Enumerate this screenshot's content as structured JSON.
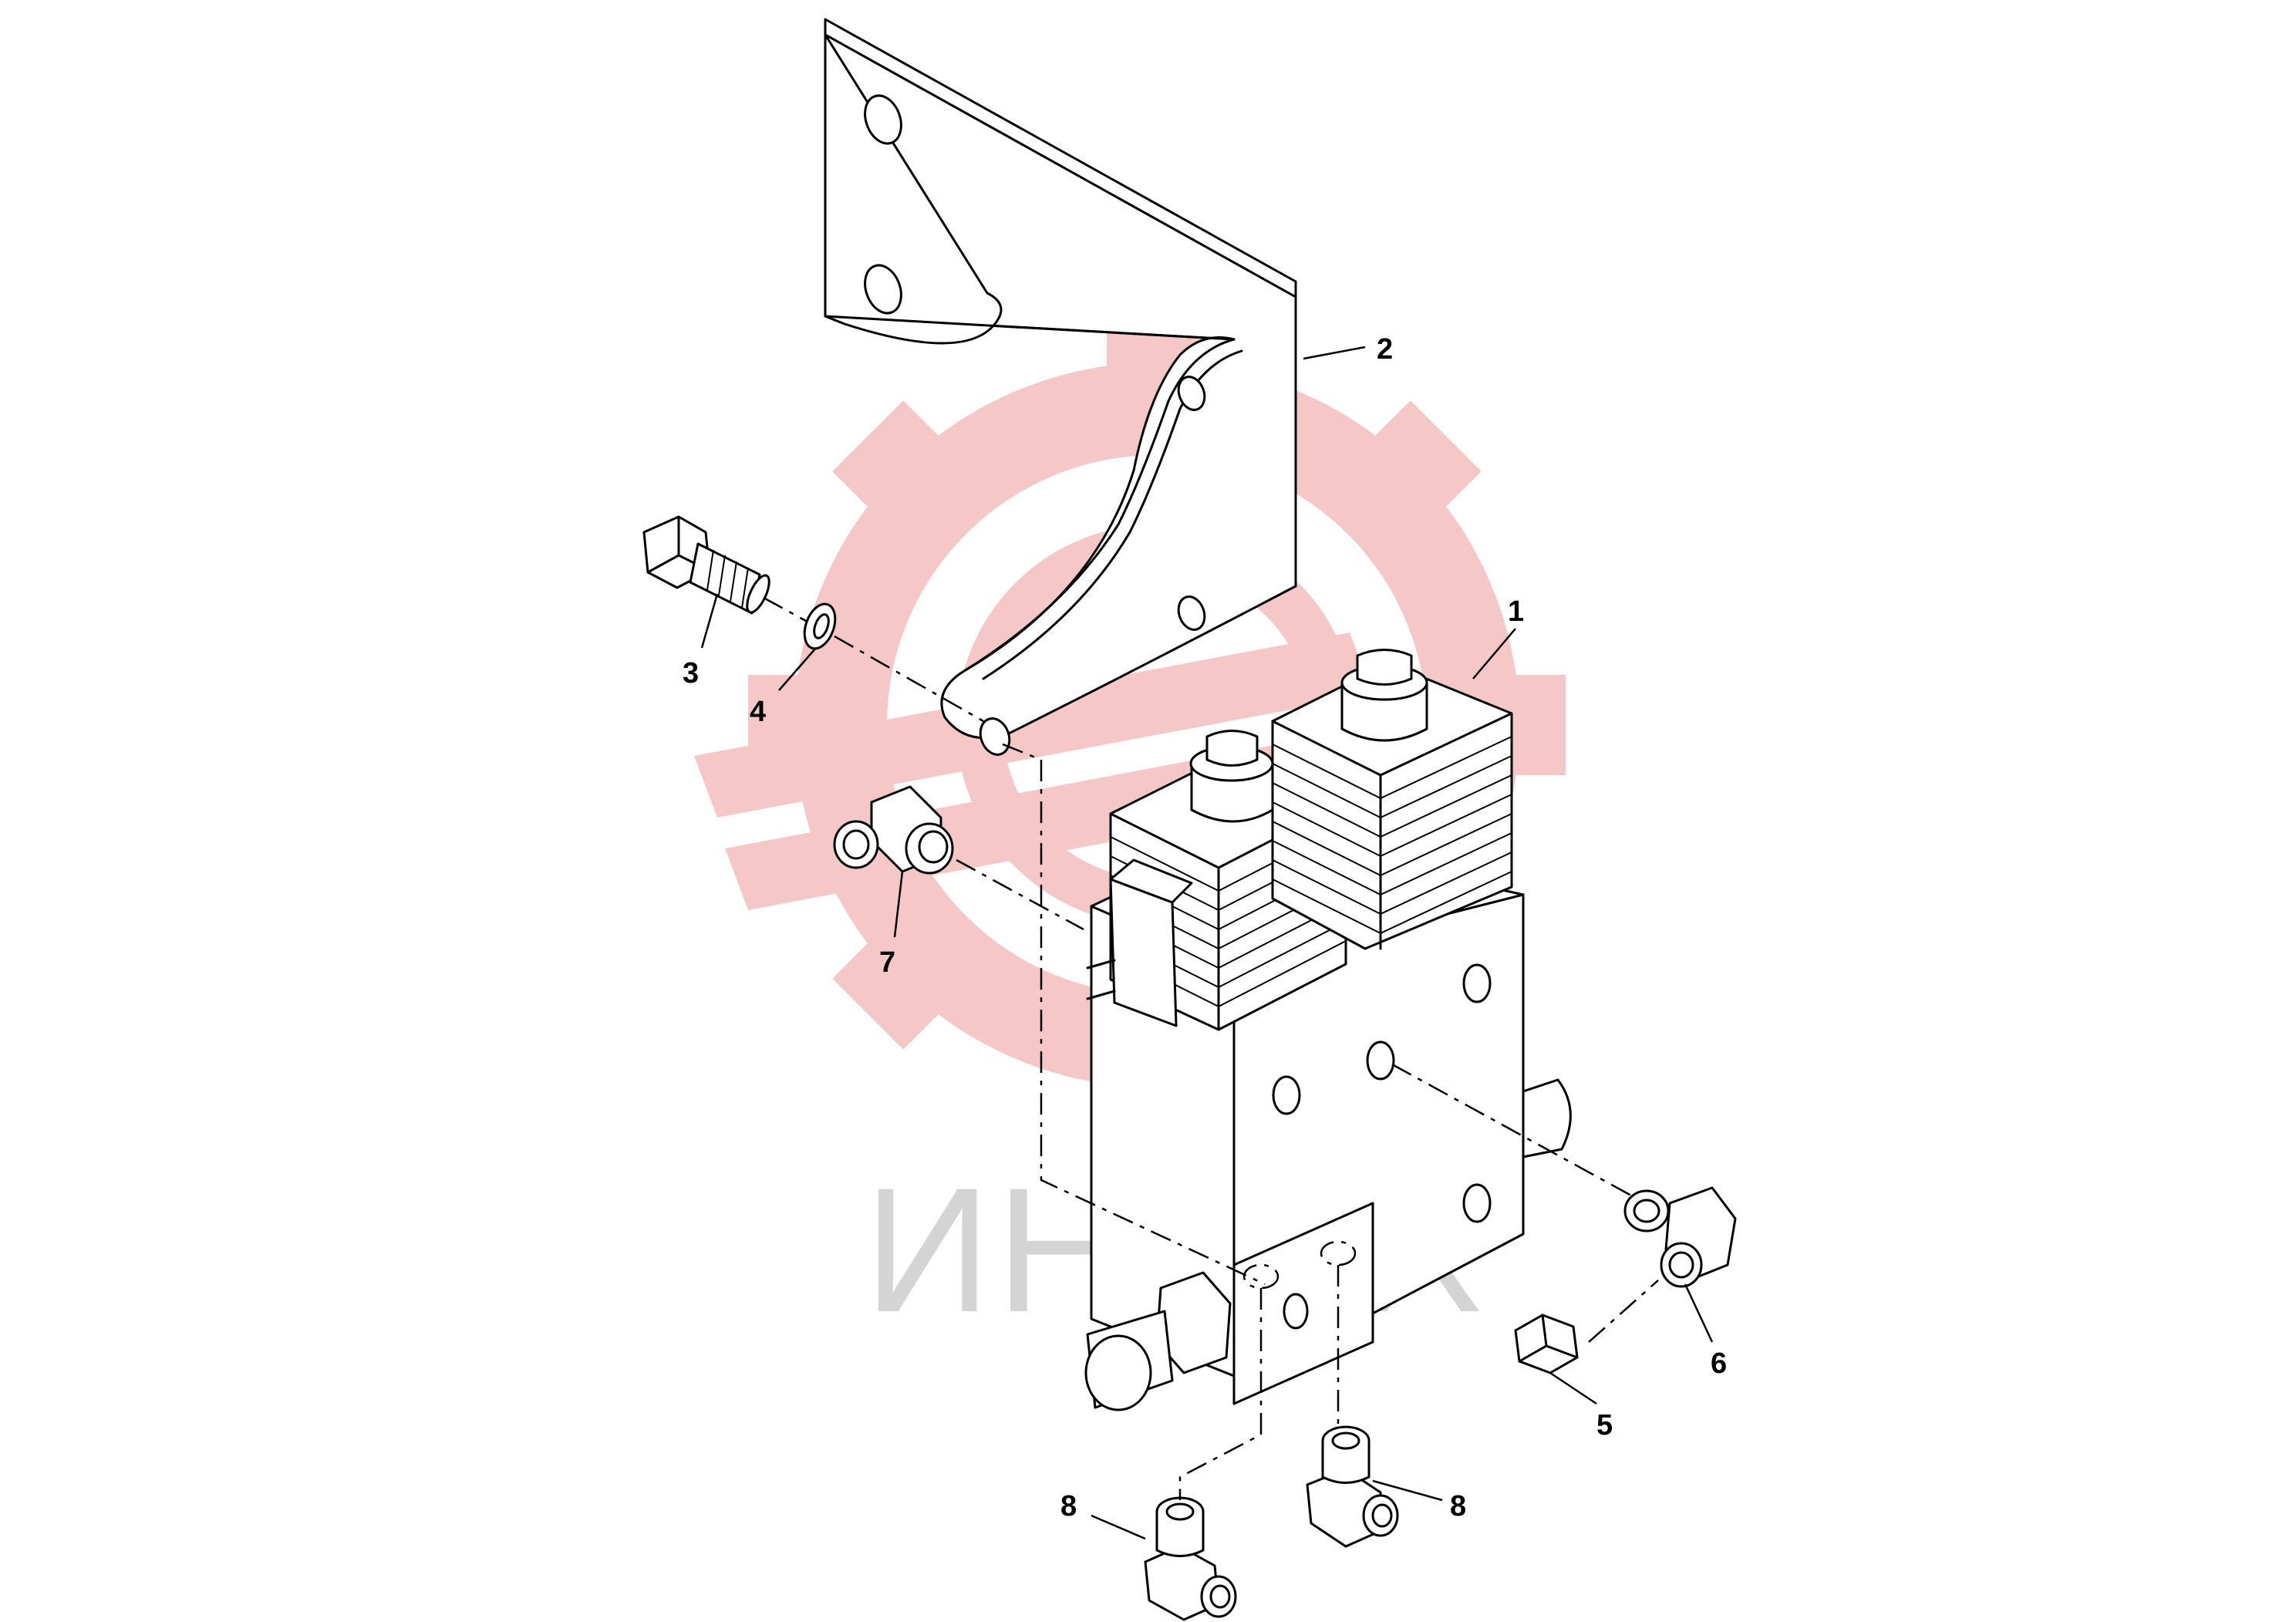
{
  "watermark": {
    "text": "ИНТЕХ",
    "logo_color": "#f6c4c4",
    "text_color": "#d4d4d4"
  },
  "callouts": [
    {
      "id": "1",
      "label": "1"
    },
    {
      "id": "2",
      "label": "2"
    },
    {
      "id": "3",
      "label": "3"
    },
    {
      "id": "4",
      "label": "4"
    },
    {
      "id": "5",
      "label": "5"
    },
    {
      "id": "6",
      "label": "6"
    },
    {
      "id": "7",
      "label": "7"
    },
    {
      "id": "8a",
      "label": "8"
    },
    {
      "id": "8b",
      "label": "8"
    }
  ],
  "colors": {
    "line": "#000000",
    "background": "#ffffff"
  }
}
